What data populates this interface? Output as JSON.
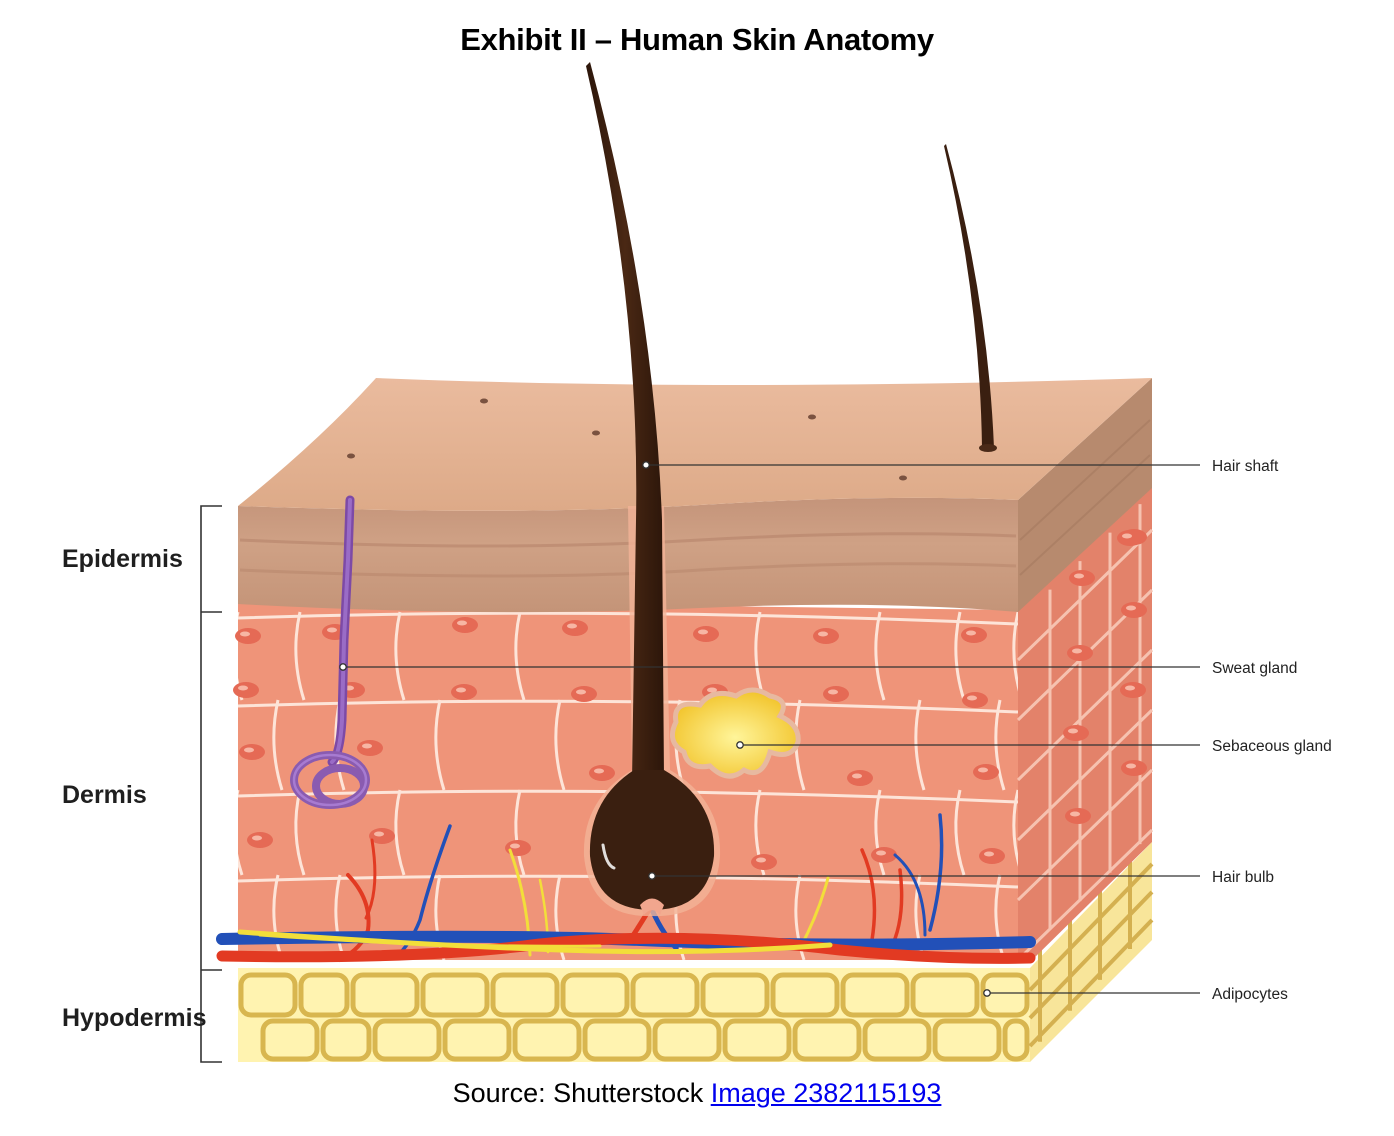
{
  "title": "Exhibit II – Human Skin Anatomy",
  "layers": {
    "epidermis": "Epidermis",
    "dermis": "Dermis",
    "hypodermis": "Hypodermis"
  },
  "callouts": {
    "hair_shaft": "Hair shaft",
    "sweat_gland": "Sweat gland",
    "sebaceous_gland": "Sebaceous gland",
    "hair_bulb": "Hair bulb",
    "adipocytes": "Adipocytes"
  },
  "source": {
    "prefix": "Source: Shutterstock ",
    "link_text": "Image 2382115193"
  },
  "colors": {
    "skin_top": "#e8b899",
    "epidermis": "#c9987a",
    "dermis": "#ef9479",
    "dermis_side": "#e07e64",
    "cell_line": "#fde4d8",
    "fat": "#fff3b0",
    "fat_line": "#d8b64f",
    "hair": "#3a1f10",
    "sweat_gland": "#8a5bb0",
    "sebaceous": "#f6d23c",
    "artery": "#e23a22",
    "vein": "#2250b8",
    "nerve": "#f2de3a"
  }
}
